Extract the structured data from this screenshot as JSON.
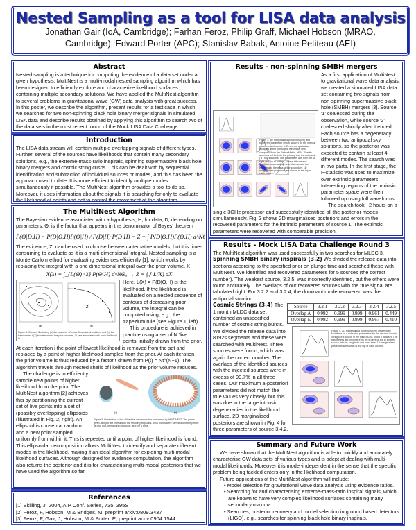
{
  "title": "Nested Sampling as a tool for LISA data analysis",
  "authors_line1": "Jonathan Gair (IoA, Cambridge); Farhan Feroz, Philip Graff, Michael Hobson (MRAO,",
  "authors_line2": "Cambridge); Edward Porter (APC); Stanislav Babak, Antoine Petiteau (AEI)",
  "colors": {
    "border": "#1b2a9c",
    "title": "#1b28a8"
  },
  "abstract": {
    "heading": "Abstract",
    "text": "Nested sampling is a technique for computing the evidence of a data set under a given hypothesis. MultiNest is a multi-modal nested sampling algorithm which has been designed to efficiently explore and characterize likelihood surfaces containing multiple secondary solutions. We have applied the MultiNest algorithm to several problems in gravitational wave (GW) data analysis with great success. In this poster, we describe the algorithm, present results for a test case in which we searched for two non-spinning black hole binary merger signals in simulated LISA data and describe results obtained by applying this algorithm to search two of the data sets in the most recent round of the Mock LISA Data Challenge."
  },
  "introduction": {
    "heading": "Introduction",
    "text": "The LISA data stream will contain multiple overlapping signals of different types. Further, several of the sources have likelihoods that contain many secondary solutions, e.g., the extreme-mass-ratio inspirals, spinning supermassive black hole binary mergers and cosmic string cusps. This can be dealt with by sequential identification and subtraction of individual sources or modes, and this has been the approach used to date. It is more efficient to identify multiple modes simultaneously if possible. The MultiNest algorithm provides a tool to do so. Moreover, it uses information about the signals it is searching for only to evaluate the likelihood at points and not to control the movement of the algorithm."
  },
  "multinest": {
    "heading": "The MultiNest Algorithm",
    "p1": "The Bayesian evidence associated with a hypothesis, H, for data, D, depending on parameters, Θ, is the factor that appears in the denominator of Bayes' theorem",
    "eq1": "P(Θ|D,H) = P(D|Θ,H)P(Θ|H) / P(D|H)     P(D|H) = Z = ∫ P(D|Θ,H)P(Θ,H) d^NΘ",
    "p2": "The evidence, Z, can be used to choose between alternative models, but it is time-consuming to evaluate as it is a multi-dimensional integral. Nested sampling is a Monte Carlo method for evaluating evidences efficiently [1], which works by replacing the integral with a one dimensional integral over the prior volume, X",
    "eq2": "X(λ) = ∫_{L(Θ)>λ} P(Θ|H) d^NΘ,     →     Z = ∫₀¹ L(X) dX",
    "p3": "Here, L(X) = P(D|Θ,H) is the likelihood. If the likelihood is evaluated on a nested sequence of contours of decreasing prior volume, the integral can be computed using, e.g., the trapezium rule (see Figure 1, left).",
    "p4": "This procedure is achieved in practice using a set of N 'live points' initially drawn from the prior. At each iteration i the point of lowest likelihood is removed from the set and replaced by a point of higher likelihood sampled from the prior. At each iteration the prior volume is thus reduced by a factor t drawn from P(t) = Nt^(N−1). The algorithm travels through nested shells of likelihood as the prior volume reduces.",
    "p5": "The challenge is to efficiently sample new points of higher likelihood from the prior. The MultiNest algorithm [2] achieves this by partitioning the current set of live points into a set of (possibly overlapping) ellipsoids (illustrated in Fig. 2, right). An ellipsoid is chosen at random and a new point sampled uniformly from within it. This is repeated until a point of higher likelihood is found. This ellipsoidal decomposition allows MultiNest to identify and separate different modes in the likelihood, making it an ideal algorithm for exploring multi-modal likelihood surfaces. Although designed for evidence computation, the algorithm also returns the posterior and it is for characterising multi-modal posteriors that we have used the algorithm so far.",
    "fig1_caption": "Figure 1. Cartoon illustrating (a) the posterior of a two dimensional problem; and (b) the transformed L(X) function where the prior volumes, Xi, are associated with each likelihood Li.",
    "fig1_labels": [
      "(a)",
      "(b)",
      "Z"
    ],
    "fig2_caption": "Figure 2. Illustrations of the ellipsoidal decomposition performed by MULTINEST. The points given as input are overlaid on the resulting ellipsoids. 1000 points were sampled uniformly from: (a) two non-intersecting ellipsoids; and (b) a torus.",
    "fig2_labels": [
      "(a)",
      "(b)"
    ]
  },
  "references": {
    "heading": "References",
    "items": [
      "[1] Skilling, J, 2004, AIP Conf. Series, 735, 395S",
      "[2] Feroz, F, Hobson, M & Bridges, M, preprint arxiv:0809.3437",
      "[3] Feroz, F, Gair, J, Hobson, M & Porter, E, preprint arxiv:0904.1544"
    ]
  },
  "results_smbh": {
    "heading": "Results - non-spinning SMBH mergers",
    "p1": "As a first application of MultiNest to gravitational wave data analysis, we created a simulated LISA data set containing two signals from non-spinning supermassive black hole (SMBH) mergers [3]. Source '1' coalesced during the observation, while source '2' coalesced shortly after it ended. Each source has a degeneracy between two antipodal sky solutions, so the posterior was expected to contain at least 4 different modes. The search was in two parts. In the first stage, the F-statistic was used to maximize over extrinsic parameters. Interesting regions of the intrinsic parameter space were then followed up using full waveforms.",
    "p2": "The search took ~2 hours on a single 3GHz processor and successfully identified all the posterior modes simultaneously. Fig. 3 shows 2D marginalised posteriors and errors in the recovered parameters for the intrinsic parameters of source 1. The extrinsic parameters were recovered with comparable precision.",
    "fig3_caption": "Figure 3. 2D marginalised posteriors (left) and recovered parameter errors (above) for the intrinsic parameters of source 1. Errors are quoted as multiples of the one sigma theoretical error computed from the Fisher Matrix, σFIM. Results are reported for both the primary and the antipodal ('A') sky solutions. The parameters are, from left to right and top to bottom, source latitude and longitude, coalescence time, the mass of the primary and the mass of the secondary. 1D marginalised posteriors are shown at the top of each column."
  },
  "results_mldc": {
    "heading": "Results - Mock LISA Data Challenge Round 3",
    "p1": "The MultiNest algorithm was used successfully in two searches for MLDC 3.",
    "spin_heading": "Spinning SMBH binary inspirals (3.2)",
    "spin_text": " We divided the release data into sections according to the specified prior on plunge time and searched these with MultiNest. We identified and recovered parameters for 5 sources (the correct number). The weakest source, 3.2.5, was incorrectly identified, but the others were found accurately. The overlaps of our recovered sources with the true signal are tabulated right. For 3.2.2 and 3.2.4, the dominant mode recovered was the antipodal solution.",
    "table": {
      "header": [
        "Source",
        "3.2.1",
        "3.2.2",
        "3.2.3",
        "3.2.4",
        "3.2.5"
      ],
      "rows": [
        [
          "Overlap A",
          "0.992",
          "0.999",
          "0.999",
          "0.961",
          "0.449"
        ],
        [
          "Overlap E",
          "0.992",
          "0.999",
          "0.999",
          "0.967",
          "0.410"
        ]
      ]
    },
    "cs_heading": "Cosmic Strings (3.4)",
    "cs_text": " The 1 month MLDC data set contained an unspecified number of cosmic string bursts. We divided the release data into 8192s segments and these were searched with MultiNest. Three sources were found, which was again the correct number. The overlaps of the identified sources with the injected sources were in excess of 99.7% in all three cases. Our maximum a-posteriori parameters did not match the true values very closely, but this was due to the large intrinsic degeneracies in the likelihood surface. 2D marginalised posteriors are shown in Fig. 4 for three parameters of source 3.4.2.",
    "fig4_caption": "Figure 4. 2D marginalised posteriors (left) obtained by MultiNest for a subset of parameters for the second Cosmic String burst source in the blind MLDC round 3 data set. The parameters are, in order from left to right or top to bottom, source latitude, longitude and burst time. 1D marginalised posteriors are shown at the top of each column."
  },
  "summary": {
    "heading": "Summary and Future Work",
    "p1": "We have shown that the MultiNest algorithm is able to quickly and accurately characterise GW data sets of various types and is adept at dealing with multi-modal likelihoods. Moreover it is model-independent in the sense that the specific problem being tackled enters only in the likelihood computation.",
    "p2": "Future applications of the MultiNest algorithm will include:",
    "bullets": [
      "Model selection for gravitational wave data analysis using evidence ratios.",
      "Searching for and characterising extreme-mass-ratio inspiral signals, which are known to have very complex likelihood surfaces containing many secondary maxima.",
      "Searches, posterior recovery and model selection in ground based detectors (LIGO), e.g., searches for spinning black hole binary inspirals."
    ]
  }
}
